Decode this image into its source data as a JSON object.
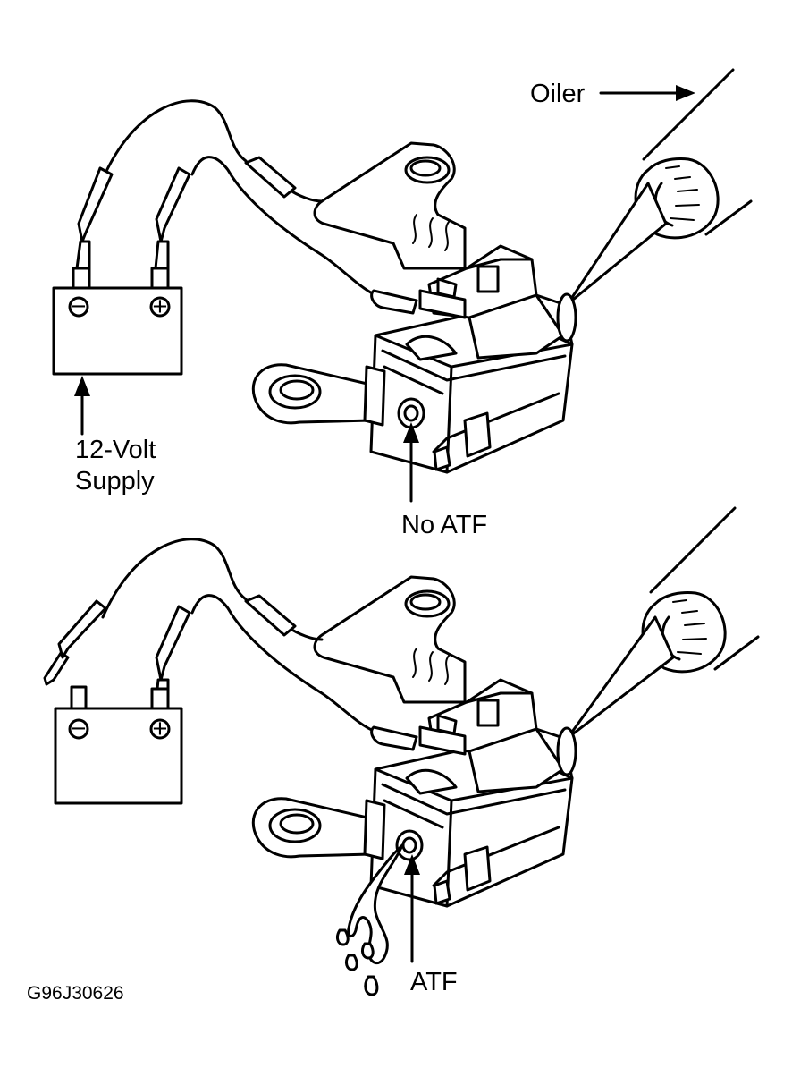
{
  "labels": {
    "oiler": "Oiler",
    "supply_line1": "12-Volt",
    "supply_line2": "Supply",
    "no_atf": "No ATF",
    "atf": "ATF",
    "figure_code": "G96J30626"
  },
  "battery": {
    "negative_symbol": "−",
    "positive_symbol": "+"
  },
  "colors": {
    "ink": "#000000",
    "paper": "#ffffff"
  }
}
